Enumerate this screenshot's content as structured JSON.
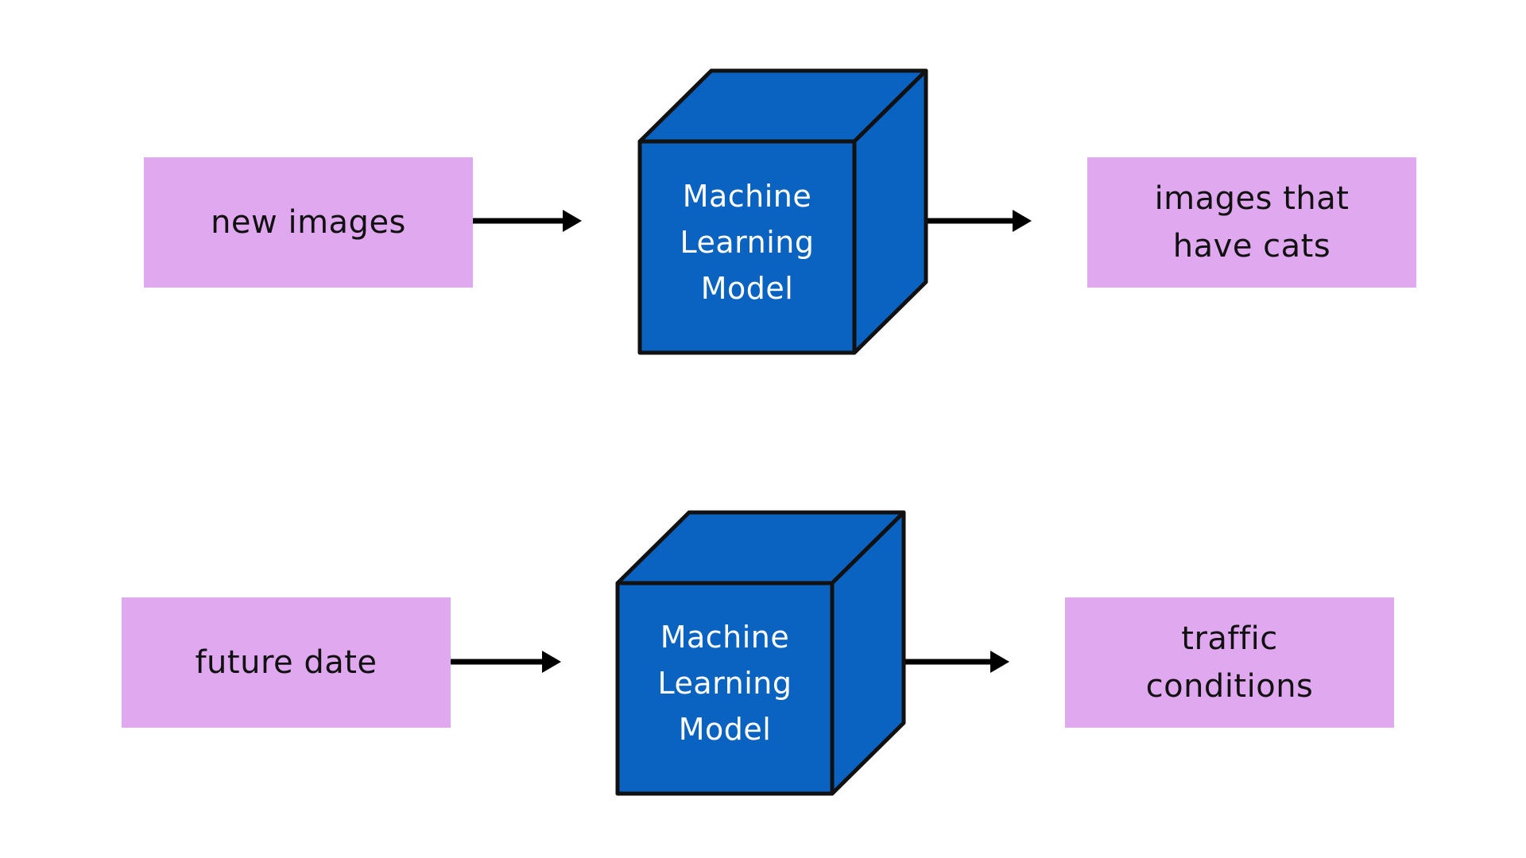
{
  "colors": {
    "input_box": "#e0a8ee",
    "cube_front": "#0a62c1",
    "cube_top": "#0a62c1",
    "cube_side": "#0a62c1",
    "outline": "#111111",
    "arrow": "#000000"
  },
  "rows": [
    {
      "input": {
        "lines": [
          "new images"
        ]
      },
      "model": {
        "lines": [
          "Machine",
          "Learning",
          "Model"
        ]
      },
      "output": {
        "lines": [
          "images that",
          "have cats"
        ]
      }
    },
    {
      "input": {
        "lines": [
          "future date"
        ]
      },
      "model": {
        "lines": [
          "Machine",
          "Learning",
          "Model"
        ]
      },
      "output": {
        "lines": [
          "traffic",
          "conditions"
        ]
      }
    }
  ]
}
